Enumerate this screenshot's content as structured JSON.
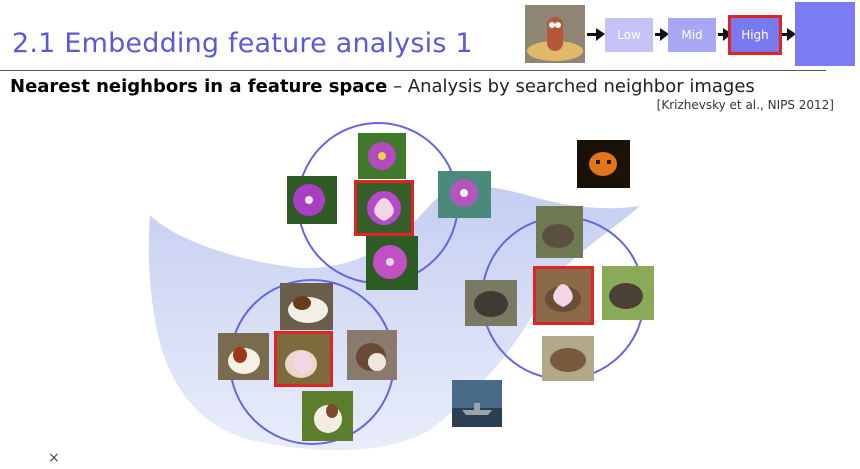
{
  "slide": {
    "title": "2.1 Embedding feature analysis 1",
    "subtitle_bold": "Nearest neighbors in a feature space",
    "subtitle_rest": " – Analysis by searched neighbor images",
    "citation": "[Krizhevsky et al., NIPS 2012]",
    "close_glyph": "×"
  },
  "pipeline": {
    "stages": [
      "Low",
      "Mid",
      "High"
    ],
    "highlighted": "High"
  },
  "colors": {
    "accent": "#5a5ad6",
    "highlight": "#e02424",
    "manifold": "#c7d0f0",
    "cluster_circle": "#6565e0"
  },
  "clusters": [
    {
      "name": "flowers",
      "query": "flower"
    },
    {
      "name": "dogs",
      "query": "dog"
    },
    {
      "name": "elephants",
      "query": "elephant"
    }
  ],
  "outliers": [
    "pumpkin",
    "ship"
  ]
}
